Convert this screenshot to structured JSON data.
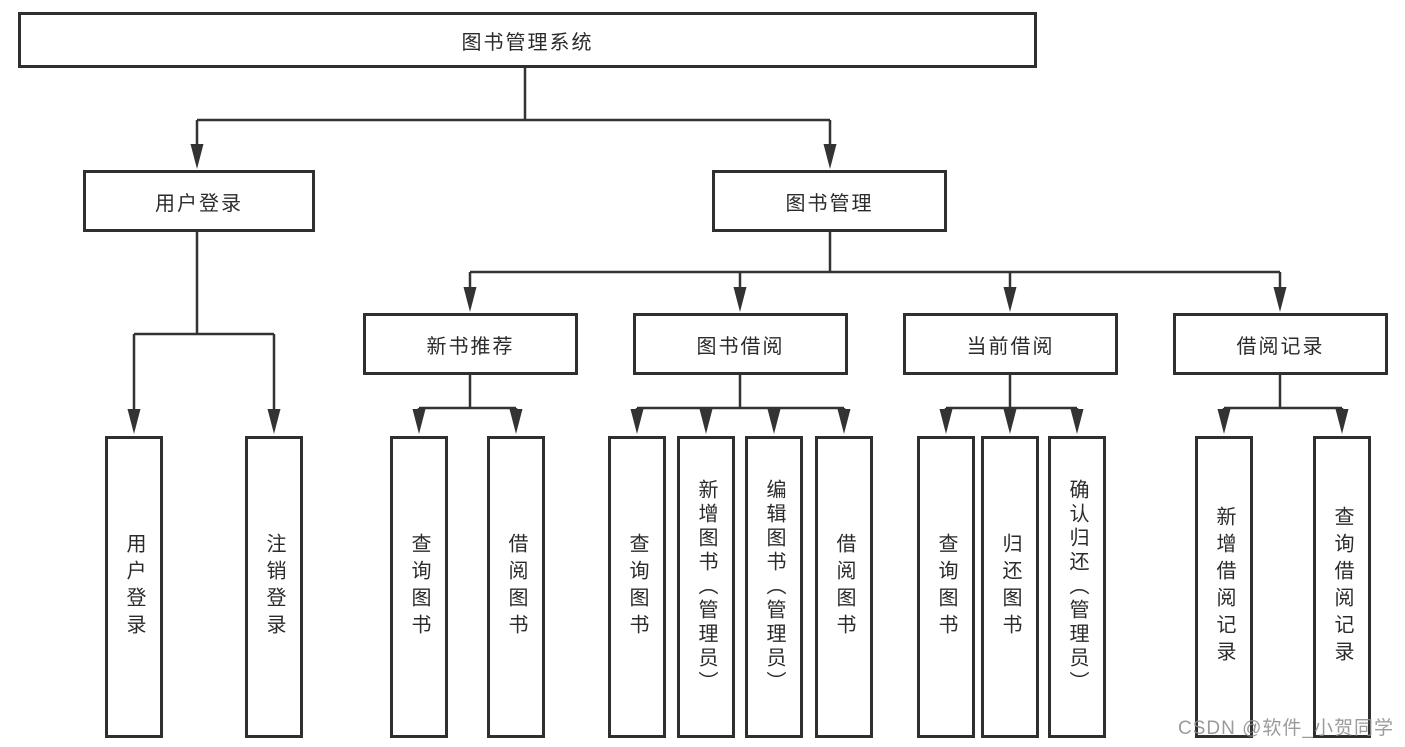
{
  "diagram": {
    "type": "tree",
    "root": {
      "label": "图书管理系统"
    },
    "branches": [
      {
        "label": "用户登录",
        "children": [
          "用户登录",
          "注销登录"
        ]
      },
      {
        "label": "图书管理",
        "sections": [
          {
            "label": "新书推荐",
            "children": [
              "查询图书",
              "借阅图书"
            ]
          },
          {
            "label": "图书借阅",
            "children": [
              "查询图书",
              "新增图书（管理员）",
              "编辑图书（管理员）",
              "借阅图书"
            ]
          },
          {
            "label": "当前借阅",
            "children": [
              "查询图书",
              "归还图书",
              "确认归还（管理员）"
            ]
          },
          {
            "label": "借阅记录",
            "children": [
              "新增借阅记录",
              "查询借阅记录"
            ]
          }
        ]
      }
    ],
    "colors": {
      "line": "#333333",
      "box_border": "#2f2f2f",
      "box_fill": "#ffffff",
      "text": "#2b2b2b",
      "watermark": "#8a8a8a"
    }
  },
  "watermark": {
    "text": "CSDN @软件_小贺同学"
  }
}
